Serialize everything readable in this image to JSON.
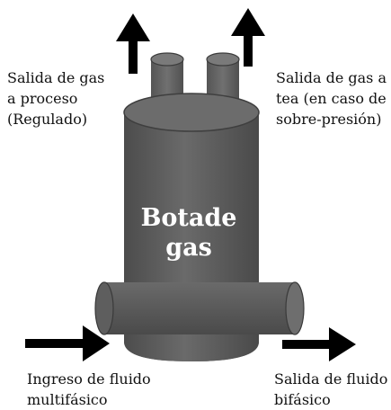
{
  "labels": {
    "gas_out_process": [
      "Salida de gas",
      "a proceso",
      "(Regulado)"
    ],
    "gas_out_flare": [
      "Salida de gas a",
      "tea (en caso de",
      "sobre-presión)"
    ],
    "center": [
      "Botade",
      "gas"
    ],
    "fluid_in": [
      "Ingreso de fluido",
      "multifásico"
    ],
    "fluid_out": [
      "Salida de fluido",
      "bifásico"
    ]
  },
  "colors": {
    "vessel": "#5f5f5f",
    "vessel_shadow": "#3f3f3f",
    "arrow": "#000000",
    "text": "#111111",
    "center_text": "#ffffff"
  }
}
